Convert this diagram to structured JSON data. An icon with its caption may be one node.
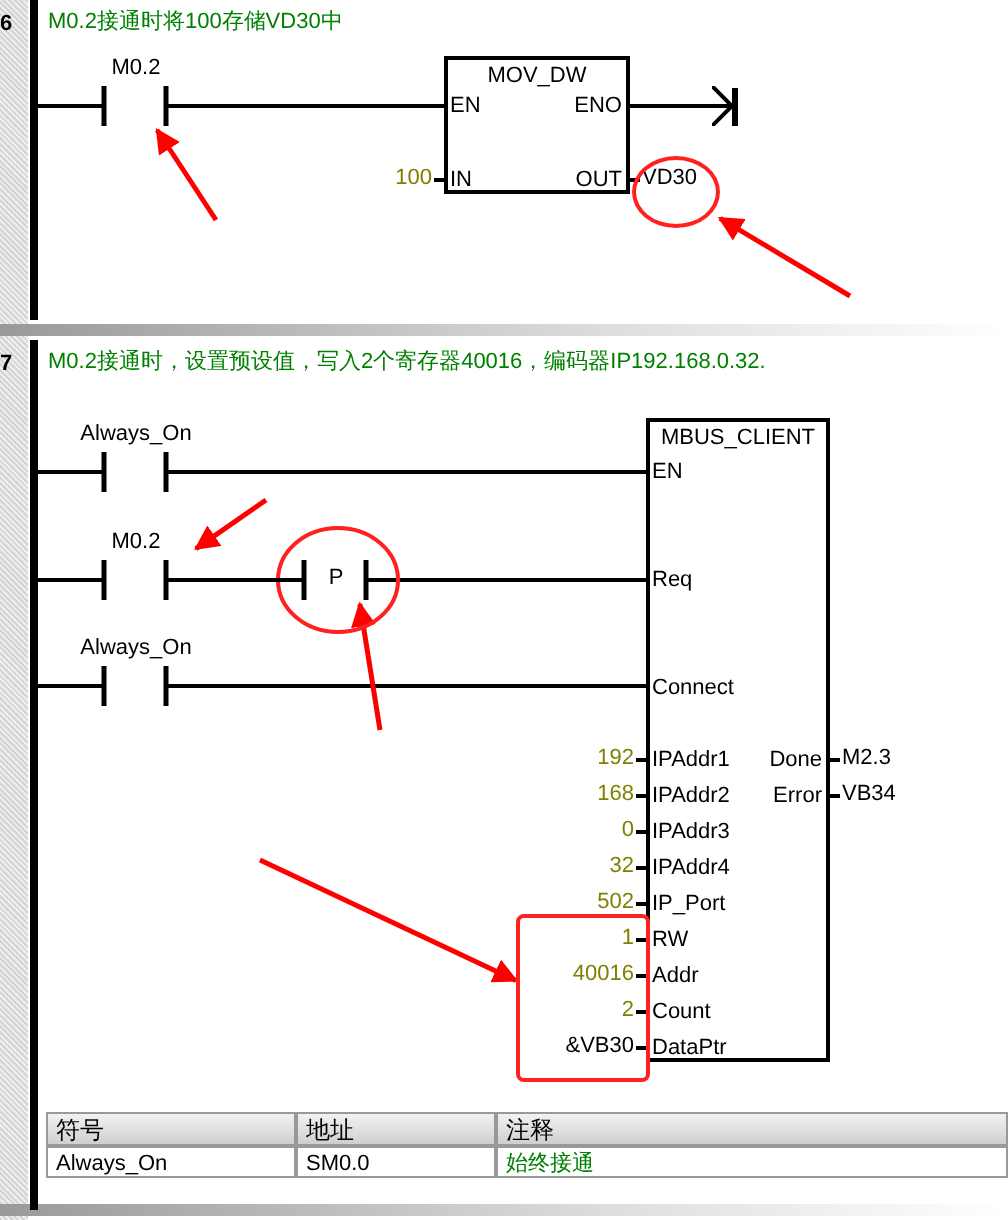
{
  "diagram": {
    "nodes": [
      {
        "text": [],
        "shape": "bar"
      },
      {
        "text": [
          "M0.2"
        ]
      },
      {
        "text": [
          "MOV_DW",
          "EN",
          "ENO",
          "IN",
          "OUT"
        ],
        "beside": [
          "100",
          "VD30"
        ]
      },
      {
        "text": [],
        "shape": "circle"
      },
      {
        "text": [],
        "shape": "bar"
      },
      {
        "text": [
          "Always_On"
        ]
      },
      {
        "text": [
          "M0.2"
        ]
      },
      {
        "text": [
          "P"
        ]
      },
      {
        "text": [
          "Always_On"
        ]
      },
      {
        "text": [
          "MBUS_CLIENT",
          "EN",
          "Req",
          "Connect",
          "IPAddr1",
          "IPAddr2",
          "IPAddr3",
          "IPAddr4",
          "IP_Port",
          "RW",
          "Addr",
          "Count",
          "DataPtr",
          "Done",
          "Error"
        ],
        "beside": [
          "192",
          "168",
          "0",
          "32",
          "502",
          "1",
          "40016",
          "2",
          "&VB30",
          "M2.3",
          "VB34"
        ]
      },
      {
        "text": [],
        "shape": "box"
      },
      {
        "text": [],
        "shape": "bar"
      }
    ],
    "edges": [
      {
        "from": 0,
        "to": 1,
        "arrow": "none"
      },
      {
        "from": 1,
        "to": 2,
        "arrow": "none"
      },
      {
        "from": 2,
        "to": 11,
        "arrow": "to"
      },
      {
        "from": null,
        "to": 1,
        "arrow": "to",
        "color": "#ff0000"
      },
      {
        "from": null,
        "to": 3,
        "arrow": "to",
        "color": "#ff0000"
      },
      {
        "from": 4,
        "to": 5,
        "arrow": "none"
      },
      {
        "from": 5,
        "to": 9,
        "arrow": "none"
      },
      {
        "from": 4,
        "to": 6,
        "arrow": "none"
      },
      {
        "from": 6,
        "to": 7,
        "arrow": "none"
      },
      {
        "from": 7,
        "to": 9,
        "arrow": "none"
      },
      {
        "from": 4,
        "to": 8,
        "arrow": "none"
      },
      {
        "from": 8,
        "to": 9,
        "arrow": "none"
      },
      {
        "from": null,
        "to": 6,
        "arrow": "to",
        "color": "#ff0000"
      },
      {
        "from": null,
        "to": 7,
        "arrow": "to",
        "color": "#ff0000"
      },
      {
        "from": null,
        "to": 10,
        "arrow": "to",
        "color": "#ff0000"
      }
    ],
    "labels": [
      "6",
      "M0.2接通时将100存储VD30中",
      "7",
      "M0.2接通时，设置预设值，写入2个寄存器40016，编码器IP192.168.0.32.",
      "符号",
      "地址",
      "注释",
      "Always_On",
      "SM0.0",
      "始终接通"
    ]
  }
}
